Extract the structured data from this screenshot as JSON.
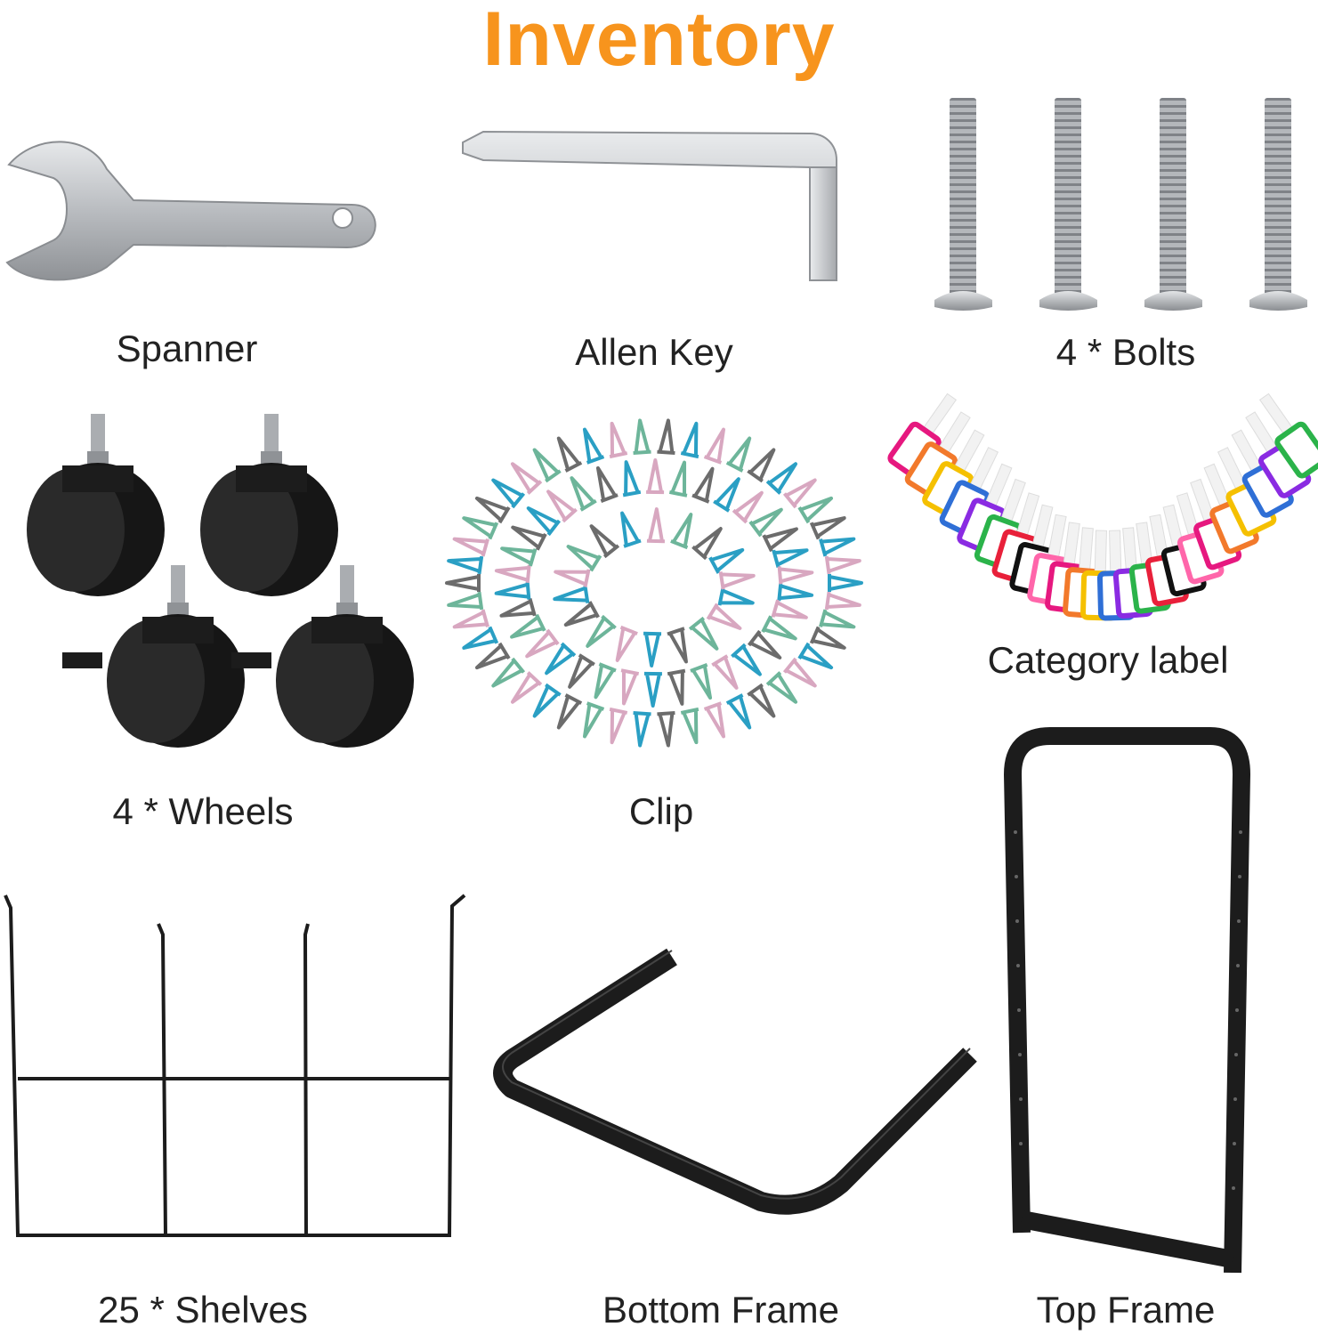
{
  "page": {
    "title": "Inventory",
    "title_color": "#f7941d"
  },
  "items": [
    {
      "label": "Spanner",
      "icon": "spanner-icon"
    },
    {
      "label": "Allen Key",
      "icon": "allen-key-icon"
    },
    {
      "label": "4 * Bolts",
      "icon": "bolt-icon"
    },
    {
      "label": "4 * Wheels",
      "icon": "caster-wheel-icon"
    },
    {
      "label": "Clip",
      "icon": "clip-icon"
    },
    {
      "label": "Category label",
      "icon": "tag-icon"
    },
    {
      "label": "25 * Shelves",
      "icon": "wire-shelf-icon"
    },
    {
      "label": "Bottom Frame",
      "icon": "bottom-frame-icon"
    },
    {
      "label": "Top Frame",
      "icon": "top-frame-icon"
    }
  ],
  "colors": {
    "metal": "#b9bcc0",
    "black_part": "#1c1c1c",
    "clip_colors": [
      "#2a9fc4",
      "#d8a7c0",
      "#6db59a",
      "#6c6c6c"
    ],
    "tag_colors": [
      "#e6187f",
      "#f2792b",
      "#f5c000",
      "#2f6fd6",
      "#8a2be2",
      "#2bb34a",
      "#e8203a",
      "#111111",
      "#ff66aa"
    ]
  }
}
